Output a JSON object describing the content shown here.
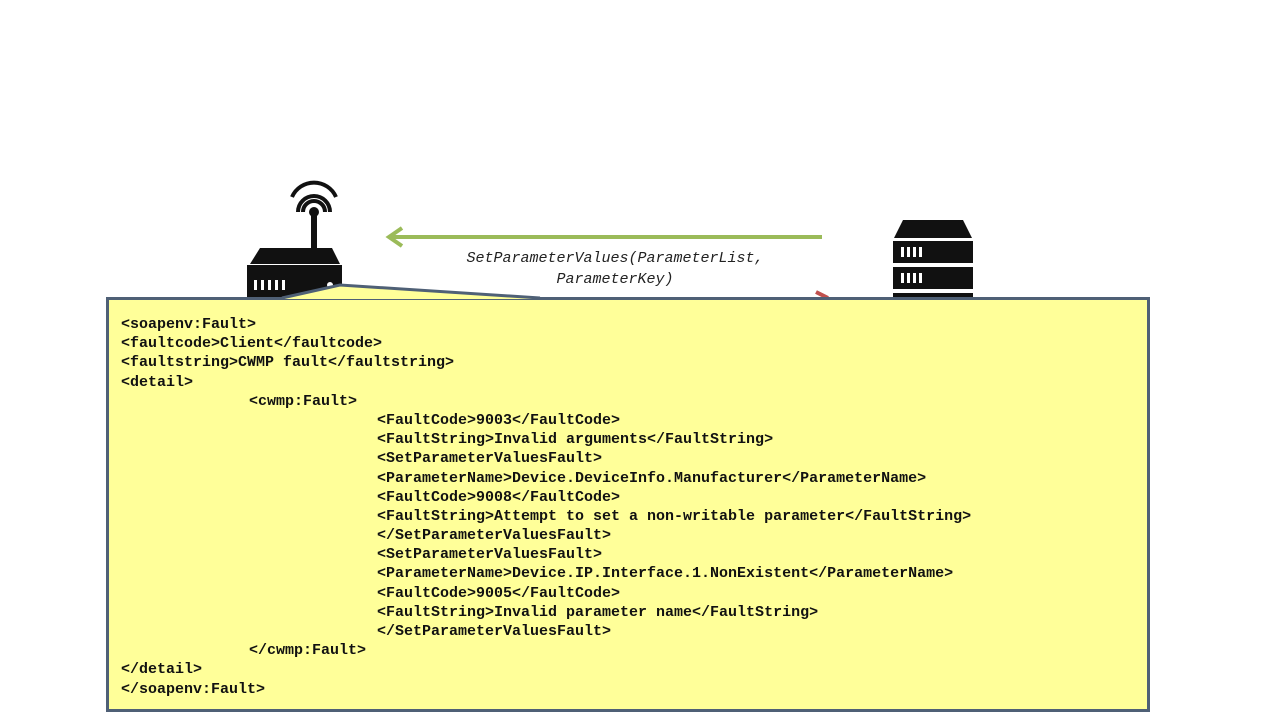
{
  "message": {
    "line1": "SetParameterValues(ParameterList,",
    "line2": "ParameterKey)",
    "arrow_color": "#9bbb59",
    "return_arrow_color": "#c0504d"
  },
  "devices": {
    "cpe": "router-icon",
    "acs": "server-icon"
  },
  "callout": {
    "background": "#ffff99",
    "border": "#4f6076",
    "xml_lines": [
      {
        "indent": 0,
        "text": "<soapenv:Fault>"
      },
      {
        "indent": 0,
        "text": "<faultcode>Client</faultcode>"
      },
      {
        "indent": 0,
        "text": "<faultstring>CWMP fault</faultstring>"
      },
      {
        "indent": 0,
        "text": "<detail>"
      },
      {
        "indent": 1,
        "text": "<cwmp:Fault>"
      },
      {
        "indent": 2,
        "text": "<FaultCode>9003</FaultCode>"
      },
      {
        "indent": 2,
        "text": "<FaultString>Invalid arguments</FaultString>"
      },
      {
        "indent": 2,
        "text": "<SetParameterValuesFault>"
      },
      {
        "indent": 2,
        "text": "<ParameterName>Device.DeviceInfo.Manufacturer</ParameterName>"
      },
      {
        "indent": 2,
        "text": "<FaultCode>9008</FaultCode>"
      },
      {
        "indent": 2,
        "text": "<FaultString>Attempt to set a non-writable parameter</FaultString>"
      },
      {
        "indent": 2,
        "text": "</SetParameterValuesFault>"
      },
      {
        "indent": 2,
        "text": "<SetParameterValuesFault>"
      },
      {
        "indent": 2,
        "text": "<ParameterName>Device.IP.Interface.1.NonExistent</ParameterName>"
      },
      {
        "indent": 2,
        "text": "<FaultCode>9005</FaultCode>"
      },
      {
        "indent": 2,
        "text": "<FaultString>Invalid parameter name</FaultString>"
      },
      {
        "indent": 2,
        "text": "</SetParameterValuesFault>"
      },
      {
        "indent": 1,
        "text": "</cwmp:Fault>"
      },
      {
        "indent": 0,
        "text": "</detail>"
      },
      {
        "indent": 0,
        "text": "</soapenv:Fault>"
      }
    ]
  }
}
